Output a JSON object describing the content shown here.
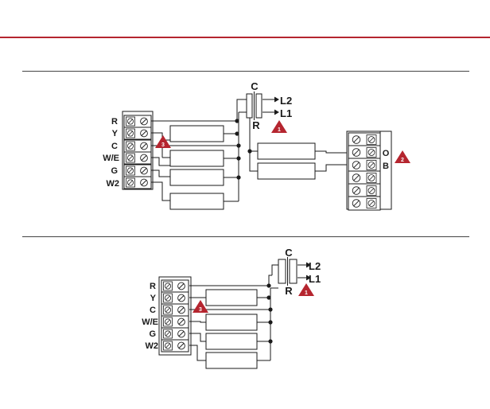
{
  "colors": {
    "accent": "#b5252f",
    "line": "#1a1a1a"
  },
  "diagram1": {
    "thermostat_terminals": [
      "R",
      "Y",
      "C",
      "W/E",
      "G",
      "W2"
    ],
    "transformer": {
      "common": "C",
      "hot": "R",
      "lines": [
        "L2",
        "L1"
      ]
    },
    "heat_pump_terminals": [
      "O",
      "B"
    ],
    "callouts": [
      "1",
      "2",
      "3"
    ]
  },
  "diagram2": {
    "thermostat_terminals": [
      "R",
      "Y",
      "C",
      "W/E",
      "G",
      "W2"
    ],
    "transformer": {
      "common": "C",
      "hot": "R",
      "lines": [
        "L2",
        "L1"
      ]
    },
    "callouts": [
      "1",
      "3"
    ]
  }
}
